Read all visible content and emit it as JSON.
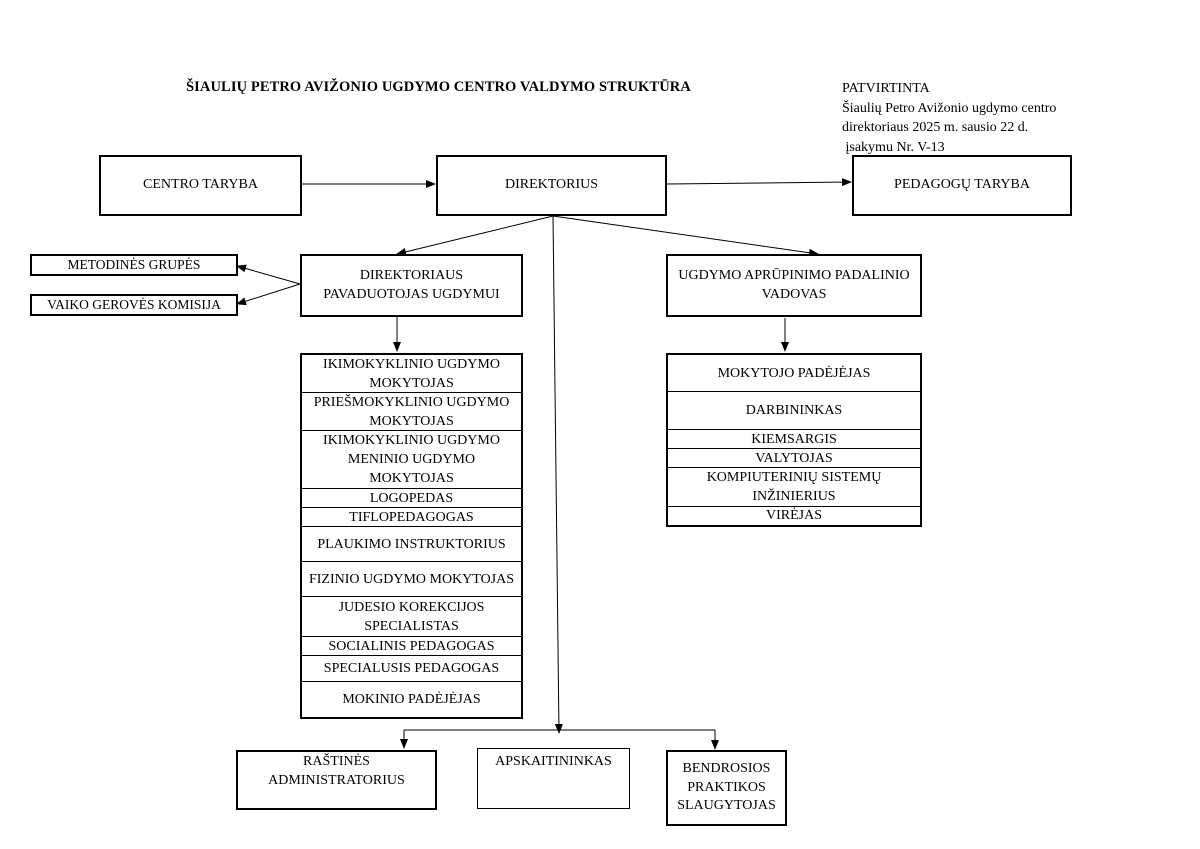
{
  "title": "ŠIAULIŲ PETRO AVIŽONIO UGDYMO CENTRO VALDYMO STRUKTŪRA",
  "approval": {
    "line1": "PATVIRTINTA",
    "line2": "Šiaulių Petro Avižonio ugdymo centro",
    "line3": "direktoriaus 2025 m. sausio 22 d.",
    "line4": " įsakymu Nr. V-13"
  },
  "boxes": {
    "centro_taryba": "CENTRO TARYBA",
    "direktorius": "DIREKTORIUS",
    "pedagogu_taryba": "PEDAGOGŲ TARYBA",
    "metodines_grupes": "METODINĖS GRUPĖS",
    "vaiko_geroves_komisija": "VAIKO GEROVĖS KOMISIJA",
    "pavaduotojas_ugdymui": "DIREKTORIAUS PAVADUOTOJAS UGDYMUI",
    "aprupinimo_vadovas": "UGDYMO APRŪPINIMO PADALINIO VADOVAS",
    "rastines_administratorius": "RAŠTINĖS ADMINISTRATORIUS",
    "apskaitininkas": "APSKAITININKAS",
    "slaugytojas": "BENDROSIOS PRAKTIKOS SLAUGYTOJAS"
  },
  "education_staff": [
    "IKIMOKYKLINIO UGDYMO MOKYTOJAS",
    "PRIEŠMOKYKLINIO UGDYMO MOKYTOJAS",
    "IKIMOKYKLINIO UGDYMO MENINIO UGDYMO MOKYTOJAS",
    "LOGOPEDAS",
    "TIFLOPEDAGOGAS",
    "PLAUKIMO INSTRUKTORIUS",
    "FIZINIO UGDYMO MOKYTOJAS",
    "JUDESIO KOREKCIJOS SPECIALISTAS",
    "SOCIALINIS PEDAGOGAS",
    "SPECIALUSIS PEDAGOGAS",
    "MOKINIO PADĖJĖJAS"
  ],
  "support_staff": [
    "MOKYTOJO PADĖJĖJAS",
    "DARBININKAS",
    "KIEMSARGIS",
    "VALYTOJAS",
    "KOMPIUTERINIŲ SISTEMŲ INŽINIERIUS",
    "VIRĖJAS"
  ]
}
